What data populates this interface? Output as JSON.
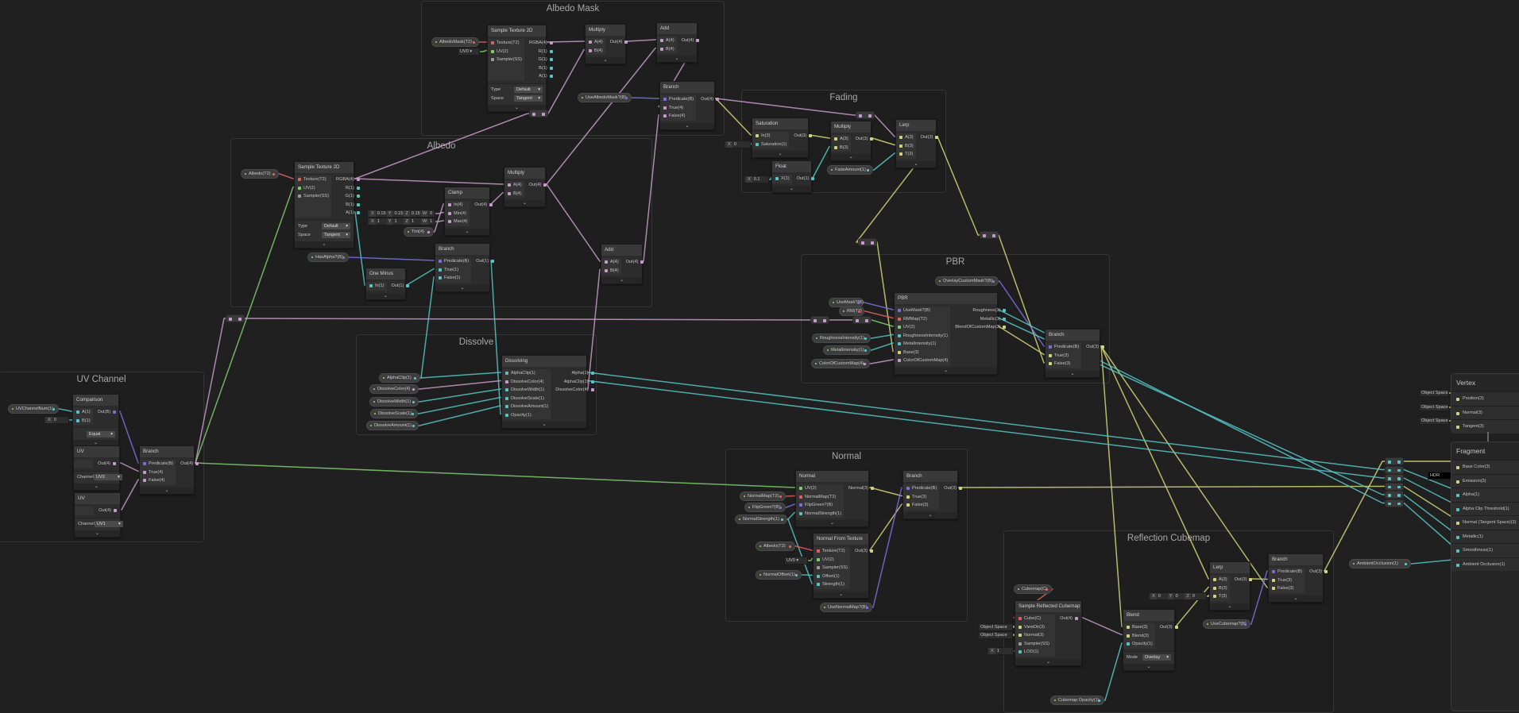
{
  "port_colors": {
    "v4": "#c59bc9",
    "v3": "#d2d47a",
    "v2": "#7fcc6e",
    "v1": "#56c4c4",
    "bool": "#7b6ee0",
    "tex": "#e0605a",
    "cube": "#e0605a",
    "ss": "#9a9a9a"
  },
  "groups": [
    {
      "id": "albedo_mask",
      "title": "Albedo Mask"
    },
    {
      "id": "albedo",
      "title": "Albedo"
    },
    {
      "id": "fading",
      "title": "Fading"
    },
    {
      "id": "pbr",
      "title": "PBR"
    },
    {
      "id": "dissolve",
      "title": "Dissolve"
    },
    {
      "id": "uv_channel",
      "title": "UV Channel"
    },
    {
      "id": "normal",
      "title": "Normal"
    },
    {
      "id": "reflection",
      "title": "Reflection Cubemap"
    }
  ],
  "nodes": [
    {
      "id": "am_tex",
      "title": "Sample Texture 2D",
      "inputs": [
        [
          "Texture(T2)",
          "tex"
        ],
        [
          "UV(2)",
          "v2"
        ],
        [
          "Sampler(SS)",
          "ss"
        ]
      ],
      "outputs": [
        [
          "RGBA(4)",
          "v4"
        ],
        [
          "R(1)",
          "v1"
        ],
        [
          "G(1)",
          "v1"
        ],
        [
          "B(1)",
          "v1"
        ],
        [
          "A(1)",
          "v1"
        ]
      ],
      "fields": [
        [
          "Type",
          "Default"
        ],
        [
          "Space",
          "Tangent"
        ]
      ]
    },
    {
      "id": "am_mul",
      "title": "Multiply",
      "inputs": [
        [
          "A(4)",
          "v4"
        ],
        [
          "B(4)",
          "v4"
        ]
      ],
      "outputs": [
        [
          "Out(4)",
          "v4"
        ]
      ]
    },
    {
      "id": "am_add",
      "title": "Add",
      "inputs": [
        [
          "A(4)",
          "v4"
        ],
        [
          "B(4)",
          "v4"
        ]
      ],
      "outputs": [
        [
          "Out(4)",
          "v4"
        ]
      ]
    },
    {
      "id": "am_branch",
      "title": "Branch",
      "inputs": [
        [
          "Predicate(B)",
          "bool"
        ],
        [
          "True(4)",
          "v4"
        ],
        [
          "False(4)",
          "v4"
        ]
      ],
      "outputs": [
        [
          "Out(4)",
          "v4"
        ]
      ]
    },
    {
      "id": "al_tex",
      "title": "Sample Texture 2D",
      "inputs": [
        [
          "Texture(T2)",
          "tex"
        ],
        [
          "UV(2)",
          "v2"
        ],
        [
          "Sampler(SS)",
          "ss"
        ]
      ],
      "outputs": [
        [
          "RGBA(4)",
          "v4"
        ],
        [
          "R(1)",
          "v1"
        ],
        [
          "G(1)",
          "v1"
        ],
        [
          "B(1)",
          "v1"
        ],
        [
          "A(1)",
          "v1"
        ]
      ],
      "fields": [
        [
          "Type",
          "Default"
        ],
        [
          "Space",
          "Tangent"
        ]
      ]
    },
    {
      "id": "al_mul",
      "title": "Multiply",
      "inputs": [
        [
          "A(4)",
          "v4"
        ],
        [
          "B(4)",
          "v4"
        ]
      ],
      "outputs": [
        [
          "Out(4)",
          "v4"
        ]
      ]
    },
    {
      "id": "al_clamp",
      "title": "Clamp",
      "inputs": [
        [
          "In(4)",
          "v4"
        ],
        [
          "Min(4)",
          "v4"
        ],
        [
          "Max(4)",
          "v4"
        ]
      ],
      "outputs": [
        [
          "Out(4)",
          "v4"
        ]
      ]
    },
    {
      "id": "al_branch",
      "title": "Branch",
      "inputs": [
        [
          "Predicate(B)",
          "bool"
        ],
        [
          "True(1)",
          "v1"
        ],
        [
          "False(1)",
          "v1"
        ]
      ],
      "outputs": [
        [
          "Out(1)",
          "v1"
        ]
      ]
    },
    {
      "id": "al_oneminus",
      "title": "One Minus",
      "inputs": [
        [
          "In(1)",
          "v1"
        ]
      ],
      "outputs": [
        [
          "Out(1)",
          "v1"
        ]
      ]
    },
    {
      "id": "al_add",
      "title": "Add",
      "inputs": [
        [
          "A(4)",
          "v4"
        ],
        [
          "B(4)",
          "v4"
        ]
      ],
      "outputs": [
        [
          "Out(4)",
          "v4"
        ]
      ]
    },
    {
      "id": "fd_sat",
      "title": "Saturation",
      "inputs": [
        [
          "In(3)",
          "v3"
        ],
        [
          "Saturation(1)",
          "v1"
        ]
      ],
      "outputs": [
        [
          "Out(3)",
          "v3"
        ]
      ]
    },
    {
      "id": "fd_mul",
      "title": "Multiply",
      "inputs": [
        [
          "A(3)",
          "v3"
        ],
        [
          "B(3)",
          "v3"
        ]
      ],
      "outputs": [
        [
          "Out(3)",
          "v3"
        ]
      ]
    },
    {
      "id": "fd_lerp",
      "title": "Lerp",
      "inputs": [
        [
          "A(3)",
          "v3"
        ],
        [
          "B(3)",
          "v3"
        ],
        [
          "T(3)",
          "v3"
        ]
      ],
      "outputs": [
        [
          "Out(3)",
          "v3"
        ]
      ]
    },
    {
      "id": "fd_float",
      "title": "Float",
      "inputs": [
        [
          "X(1)",
          "v1"
        ]
      ],
      "outputs": [
        [
          "Out(1)",
          "v1"
        ]
      ]
    },
    {
      "id": "pbr",
      "title": "PBR",
      "inputs": [
        [
          "UseMask?(B)",
          "bool"
        ],
        [
          "RMMap(T2)",
          "tex"
        ],
        [
          "UV(2)",
          "v2"
        ],
        [
          "RoughnessIntensity(1)",
          "v1"
        ],
        [
          "MetalIntensity(1)",
          "v1"
        ],
        [
          "Base(3)",
          "v3"
        ],
        [
          "ColorOfCustomMap(4)",
          "v4"
        ]
      ],
      "outputs": [
        [
          "Roughness(1)",
          "v1"
        ],
        [
          "Metallic(1)",
          "v1"
        ],
        [
          "BlendOfCustomMap(3)",
          "v3"
        ]
      ]
    },
    {
      "id": "pbr_branch",
      "title": "Branch",
      "inputs": [
        [
          "Predicate(B)",
          "bool"
        ],
        [
          "True(3)",
          "v3"
        ],
        [
          "False(3)",
          "v3"
        ]
      ],
      "outputs": [
        [
          "Out(3)",
          "v3"
        ]
      ]
    },
    {
      "id": "dis",
      "title": "Dissolving",
      "inputs": [
        [
          "AlphaClip(1)",
          "v1"
        ],
        [
          "DissolveColor(4)",
          "v4"
        ],
        [
          "DissolveWidth(1)",
          "v1"
        ],
        [
          "DissolveScale(1)",
          "v1"
        ],
        [
          "DissolveAmount(1)",
          "v1"
        ],
        [
          "Opacity(1)",
          "v1"
        ]
      ],
      "outputs": [
        [
          "Alpha(1)",
          "v1"
        ],
        [
          "AlphaClip(1)",
          "v1"
        ],
        [
          "DissolveColor(4)",
          "v4"
        ]
      ]
    },
    {
      "id": "uv_cmp",
      "title": "Comparison",
      "inputs": [
        [
          "A(1)",
          "v1"
        ],
        [
          "B(1)",
          "v1"
        ]
      ],
      "outputs": [
        [
          "Out(B)",
          "bool"
        ]
      ],
      "fields": [
        [
          "",
          "Equal"
        ]
      ]
    },
    {
      "id": "uv_uv0",
      "title": "UV",
      "inputs": [],
      "outputs": [
        [
          "Out(4)",
          "v4"
        ]
      ],
      "fields": [
        [
          "Channel",
          "UV0"
        ]
      ]
    },
    {
      "id": "uv_uv1",
      "title": "UV",
      "inputs": [],
      "outputs": [
        [
          "Out(4)",
          "v4"
        ]
      ],
      "fields": [
        [
          "Channel",
          "UV1"
        ]
      ]
    },
    {
      "id": "uv_branch",
      "title": "Branch",
      "inputs": [
        [
          "Predicate(B)",
          "bool"
        ],
        [
          "True(4)",
          "v4"
        ],
        [
          "False(4)",
          "v4"
        ]
      ],
      "outputs": [
        [
          "Out(4)",
          "v4"
        ]
      ]
    },
    {
      "id": "nm_normal",
      "title": "Normal",
      "inputs": [
        [
          "UV(2)",
          "v2"
        ],
        [
          "NormalMap(T2)",
          "tex"
        ],
        [
          "FlipGreen?(B)",
          "bool"
        ],
        [
          "NormalStrength(1)",
          "v1"
        ]
      ],
      "outputs": [
        [
          "Normal(3)",
          "v3"
        ]
      ]
    },
    {
      "id": "nm_branch",
      "title": "Branch",
      "inputs": [
        [
          "Predicate(B)",
          "bool"
        ],
        [
          "True(3)",
          "v3"
        ],
        [
          "False(3)",
          "v3"
        ]
      ],
      "outputs": [
        [
          "Out(3)",
          "v3"
        ]
      ]
    },
    {
      "id": "nm_nft",
      "title": "Normal From Texture",
      "inputs": [
        [
          "Texture(T2)",
          "tex"
        ],
        [
          "UV(2)",
          "v2"
        ],
        [
          "Sampler(SS)",
          "ss"
        ],
        [
          "Offset(1)",
          "v1"
        ],
        [
          "Strength(1)",
          "v1"
        ]
      ],
      "outputs": [
        [
          "Out(3)",
          "v3"
        ]
      ]
    },
    {
      "id": "rc_sample",
      "title": "Sample Reflected Cubemap",
      "inputs": [
        [
          "Cube(C)",
          "cube"
        ],
        [
          "ViewDir(3)",
          "v3"
        ],
        [
          "Normal(3)",
          "v3"
        ],
        [
          "Sampler(SS)",
          "ss"
        ],
        [
          "LOD(1)",
          "v1"
        ]
      ],
      "outputs": [
        [
          "Out(4)",
          "v4"
        ]
      ]
    },
    {
      "id": "rc_blend",
      "title": "Blend",
      "inputs": [
        [
          "Base(3)",
          "v3"
        ],
        [
          "Blend(3)",
          "v3"
        ],
        [
          "Opacity(1)",
          "v1"
        ]
      ],
      "outputs": [
        [
          "Out(3)",
          "v3"
        ]
      ],
      "fields": [
        [
          "Mode",
          "Overlay"
        ]
      ]
    },
    {
      "id": "rc_lerp",
      "title": "Lerp",
      "inputs": [
        [
          "A(3)",
          "v3"
        ],
        [
          "B(3)",
          "v3"
        ],
        [
          "T(3)",
          "v3"
        ]
      ],
      "outputs": [
        [
          "Out(3)",
          "v3"
        ]
      ]
    },
    {
      "id": "rc_branch",
      "title": "Branch",
      "inputs": [
        [
          "Predicate(B)",
          "bool"
        ],
        [
          "True(3)",
          "v3"
        ],
        [
          "False(3)",
          "v3"
        ]
      ],
      "outputs": [
        [
          "Out(3)",
          "v3"
        ]
      ]
    }
  ],
  "properties": [
    {
      "id": "p_albedomask",
      "label": "AlbedoMask(T2)",
      "type": "tex"
    },
    {
      "id": "p_usealbedomask",
      "label": "UseAlbedoMask?(B)",
      "type": "bool"
    },
    {
      "id": "p_albedo",
      "label": "Albedo(T2)",
      "type": "tex"
    },
    {
      "id": "p_tint",
      "label": "Tint(4)",
      "type": "v4"
    },
    {
      "id": "p_hasalpha",
      "label": "HasAlpha?(B)",
      "type": "bool"
    },
    {
      "id": "p_fade",
      "label": "FadeAmount(1)",
      "type": "v1"
    },
    {
      "id": "p_overlay",
      "label": "OverlayCustomMask?(B)",
      "type": "bool"
    },
    {
      "id": "p_usemask",
      "label": "UseMask?(B)",
      "type": "bool"
    },
    {
      "id": "p_rm",
      "label": "RM(T2)",
      "type": "tex"
    },
    {
      "id": "p_rough",
      "label": "RoughnessIntensity(1)",
      "type": "v1"
    },
    {
      "id": "p_metal",
      "label": "MetalIntensity(1)",
      "type": "v1"
    },
    {
      "id": "p_colorcustom",
      "label": "ColorOfCustomMap(4)",
      "type": "v4"
    },
    {
      "id": "p_alphaclip",
      "label": "AlphaClip(1)",
      "type": "v1"
    },
    {
      "id": "p_dcolor",
      "label": "DissolveColor(4)",
      "type": "v4"
    },
    {
      "id": "p_dwidth",
      "label": "DissolveWidth(1)",
      "type": "v1"
    },
    {
      "id": "p_dscale",
      "label": "DissolveScale(1)",
      "type": "v1"
    },
    {
      "id": "p_damount",
      "label": "DissolveAmount(1)",
      "type": "v1"
    },
    {
      "id": "p_uvnum",
      "label": "UVChannelNum(1)",
      "type": "v1"
    },
    {
      "id": "p_normalmap",
      "label": "NormalMap(T2)",
      "type": "tex"
    },
    {
      "id": "p_flipgreen",
      "label": "FlipGreen?(B)",
      "type": "bool"
    },
    {
      "id": "p_nstrength",
      "label": "NormalStrength(1)",
      "type": "v1"
    },
    {
      "id": "p_albedo2",
      "label": "Albedo(T2)",
      "type": "tex"
    },
    {
      "id": "p_noffset",
      "label": "NormalOffset(1)",
      "type": "v1"
    },
    {
      "id": "p_usenormal",
      "label": "UseNormalMap?(B)",
      "type": "bool"
    },
    {
      "id": "p_cubemap",
      "label": "Cubemap(C)",
      "type": "cube"
    },
    {
      "id": "p_usecube",
      "label": "UseCubemap?(B)",
      "type": "bool"
    },
    {
      "id": "p_cubeop",
      "label": "Cubemap Opacity(1)",
      "type": "v1"
    },
    {
      "id": "p_ao",
      "label": "AmbientOcclusion(1)",
      "type": "v1"
    }
  ],
  "inline_fields": [
    {
      "id": "f_am_uv",
      "parts": [
        [
          "",
          "UV0 ▾"
        ]
      ],
      "type": "v2"
    },
    {
      "id": "f_min",
      "parts": [
        [
          "X",
          "0.15"
        ],
        [
          "Y",
          "0.15"
        ],
        [
          "Z",
          "0.15"
        ],
        [
          "W",
          "0"
        ]
      ],
      "type": "v4"
    },
    {
      "id": "f_max",
      "parts": [
        [
          "X",
          "1"
        ],
        [
          "Y",
          "1"
        ],
        [
          "Z",
          "1"
        ],
        [
          "W",
          "1"
        ]
      ],
      "type": "v4"
    },
    {
      "id": "f_sat",
      "parts": [
        [
          "X",
          "0"
        ]
      ],
      "type": "v1"
    },
    {
      "id": "f_float",
      "parts": [
        [
          "X",
          "0.1"
        ]
      ],
      "type": "v1"
    },
    {
      "id": "f_cmp",
      "parts": [
        [
          "X",
          "0"
        ]
      ],
      "type": "v1"
    },
    {
      "id": "f_nm_uv",
      "parts": [
        [
          "",
          "UV0 ▾"
        ]
      ],
      "type": "v2"
    },
    {
      "id": "f_os1",
      "parts": [
        [
          "",
          "Object Space"
        ]
      ],
      "type": "v3"
    },
    {
      "id": "f_os2",
      "parts": [
        [
          "",
          "Object Space"
        ]
      ],
      "type": "v3"
    },
    {
      "id": "f_lod",
      "parts": [
        [
          "X",
          "1"
        ]
      ],
      "type": "v1"
    },
    {
      "id": "f_xyz",
      "parts": [
        [
          "X",
          "0"
        ],
        [
          "Y",
          "0"
        ],
        [
          "Z",
          "0"
        ]
      ],
      "type": "v3"
    },
    {
      "id": "f_vpos",
      "parts": [
        [
          "",
          "Object Space"
        ]
      ],
      "type": "v3"
    },
    {
      "id": "f_vnorm",
      "parts": [
        [
          "",
          "Object Space"
        ]
      ],
      "type": "v3"
    },
    {
      "id": "f_vtan",
      "parts": [
        [
          "",
          "Object Space"
        ]
      ],
      "type": "v3"
    },
    {
      "id": "f_hdr",
      "parts": [
        [
          "",
          "HDR"
        ]
      ],
      "type": "v3"
    }
  ],
  "master": {
    "vertex": {
      "title": "Vertex",
      "slots": [
        [
          "Position(3)",
          "v3"
        ],
        [
          "Normal(3)",
          "v3"
        ],
        [
          "Tangent(3)",
          "v3"
        ]
      ]
    },
    "fragment": {
      "title": "Fragment",
      "slots": [
        [
          "Base Color(3)",
          "v3"
        ],
        [
          "Emission(3)",
          "v3"
        ],
        [
          "Alpha(1)",
          "v1"
        ],
        [
          "Alpha Clip Threshold(1)",
          "v1"
        ],
        [
          "Normal (Tangent Space)(3)",
          "v3"
        ],
        [
          "Metallic(1)",
          "v1"
        ],
        [
          "Smoothness(1)",
          "v1"
        ],
        [
          "Ambient Occlusion(1)",
          "v1"
        ]
      ]
    }
  }
}
